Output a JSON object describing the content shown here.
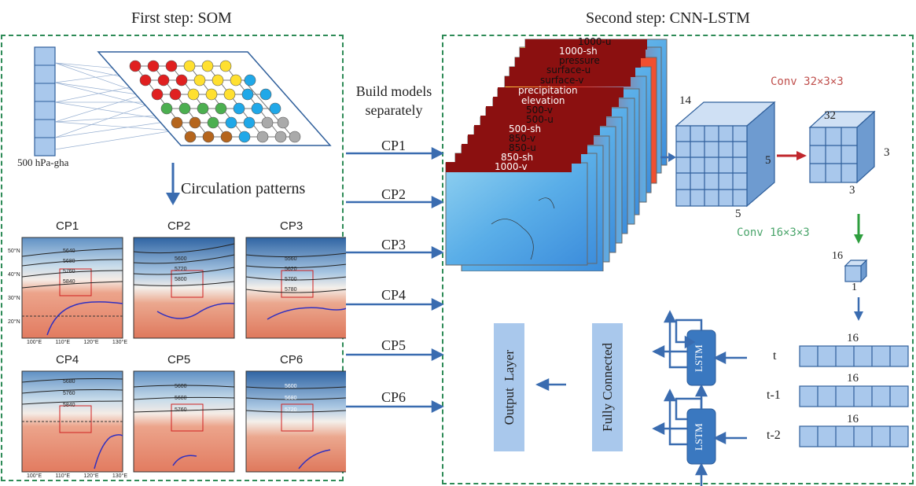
{
  "titles": {
    "step1": "First step: SOM",
    "step2": "Second step: CNN-LSTM"
  },
  "som": {
    "input_label": "500 hPa-gha",
    "arrow_label": "Circulation patterns"
  },
  "middle": {
    "build_label_line1": "Build models",
    "build_label_line2": "separately",
    "cp_labels": [
      "CP1",
      "CP2",
      "CP3",
      "CP4",
      "CP5",
      "CP6"
    ]
  },
  "panels": [
    {
      "title": "CP1"
    },
    {
      "title": "CP2"
    },
    {
      "title": "CP3"
    },
    {
      "title": "CP4"
    },
    {
      "title": "CP5"
    },
    {
      "title": "CP6"
    }
  ],
  "map_labels": {
    "lats": [
      "50°N",
      "40°N",
      "30°N",
      "20°N"
    ],
    "lons": [
      "100°E",
      "110°E",
      "120°E",
      "130°E"
    ],
    "contours_top": [
      [
        "5640",
        "5680",
        "5760",
        "5840"
      ],
      [
        "5600",
        "5720",
        "5800"
      ],
      [
        "5560",
        "5620",
        "5700",
        "5780"
      ]
    ],
    "contours_bottom": [
      [
        "5680",
        "5760",
        "5840"
      ],
      [
        "5600",
        "5680",
        "5760"
      ],
      [
        "5600",
        "5680",
        "5720"
      ]
    ]
  },
  "variables": [
    "1000-u",
    "1000-sh",
    "pressure",
    "surface-u",
    "surface-v",
    "precipitation",
    "elevation",
    "500-v",
    "500-u",
    "500-sh",
    "850-v",
    "850-u",
    "850-sh",
    "1000-v"
  ],
  "conv": {
    "conv1_label": "Conv 32×3×3",
    "conv2_label": "Conv 16×3×3",
    "cube1_depth": "14",
    "cube1_side": "5",
    "cube1_bottom": "5",
    "cube2_depth": "32",
    "cube2_side": "3",
    "cube2_bottom": "3",
    "cube3_depth": "16",
    "cube3_bottom": "1"
  },
  "sequence": {
    "steps": [
      {
        "t": "t",
        "size": "16"
      },
      {
        "t": "t-1",
        "size": "16"
      },
      {
        "t": "t-2",
        "size": "16"
      }
    ]
  },
  "lstm": {
    "cell_label": "LSTM"
  },
  "fc": {
    "label": "Fully Connected"
  },
  "output": {
    "label": "Output  Layer"
  },
  "colors": {
    "dash_green": "#2e8b57",
    "arrow_blue": "#3a6cb0",
    "red_arrow": "#c0272d",
    "green_arrow": "#2e9e3e",
    "cube_fill": "#a9c8ec",
    "conv1_text": "#c0504d",
    "conv2_text": "#4aa56b",
    "lstm_fill": "#3a78c0",
    "box_fill": "#a9c8ec"
  }
}
